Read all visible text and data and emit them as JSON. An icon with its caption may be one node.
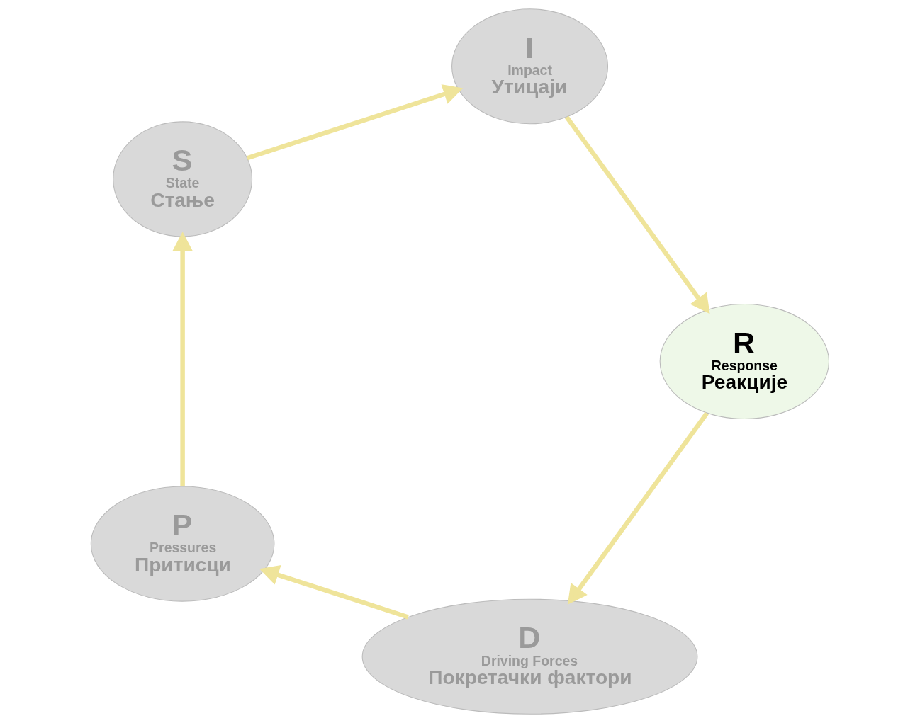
{
  "diagram": {
    "nodes": [
      {
        "text": [
          "D",
          "Driving Forces",
          "Покретачки фактори"
        ]
      },
      {
        "text": [
          "P",
          "Pressures",
          "Притисци"
        ]
      },
      {
        "text": [
          "S",
          "State",
          "Стање"
        ]
      },
      {
        "text": [
          "I",
          "Impact",
          "Утицаји"
        ]
      },
      {
        "text": [
          "R",
          "Response",
          "Реакције"
        ]
      }
    ],
    "edges": [
      {
        "from": 0,
        "to": 1,
        "arrow": "to"
      },
      {
        "from": 1,
        "to": 2,
        "arrow": "to"
      },
      {
        "from": 2,
        "to": 3,
        "arrow": "to"
      },
      {
        "from": 3,
        "to": 4,
        "arrow": "to"
      },
      {
        "from": 4,
        "to": 0,
        "arrow": "to"
      }
    ]
  }
}
